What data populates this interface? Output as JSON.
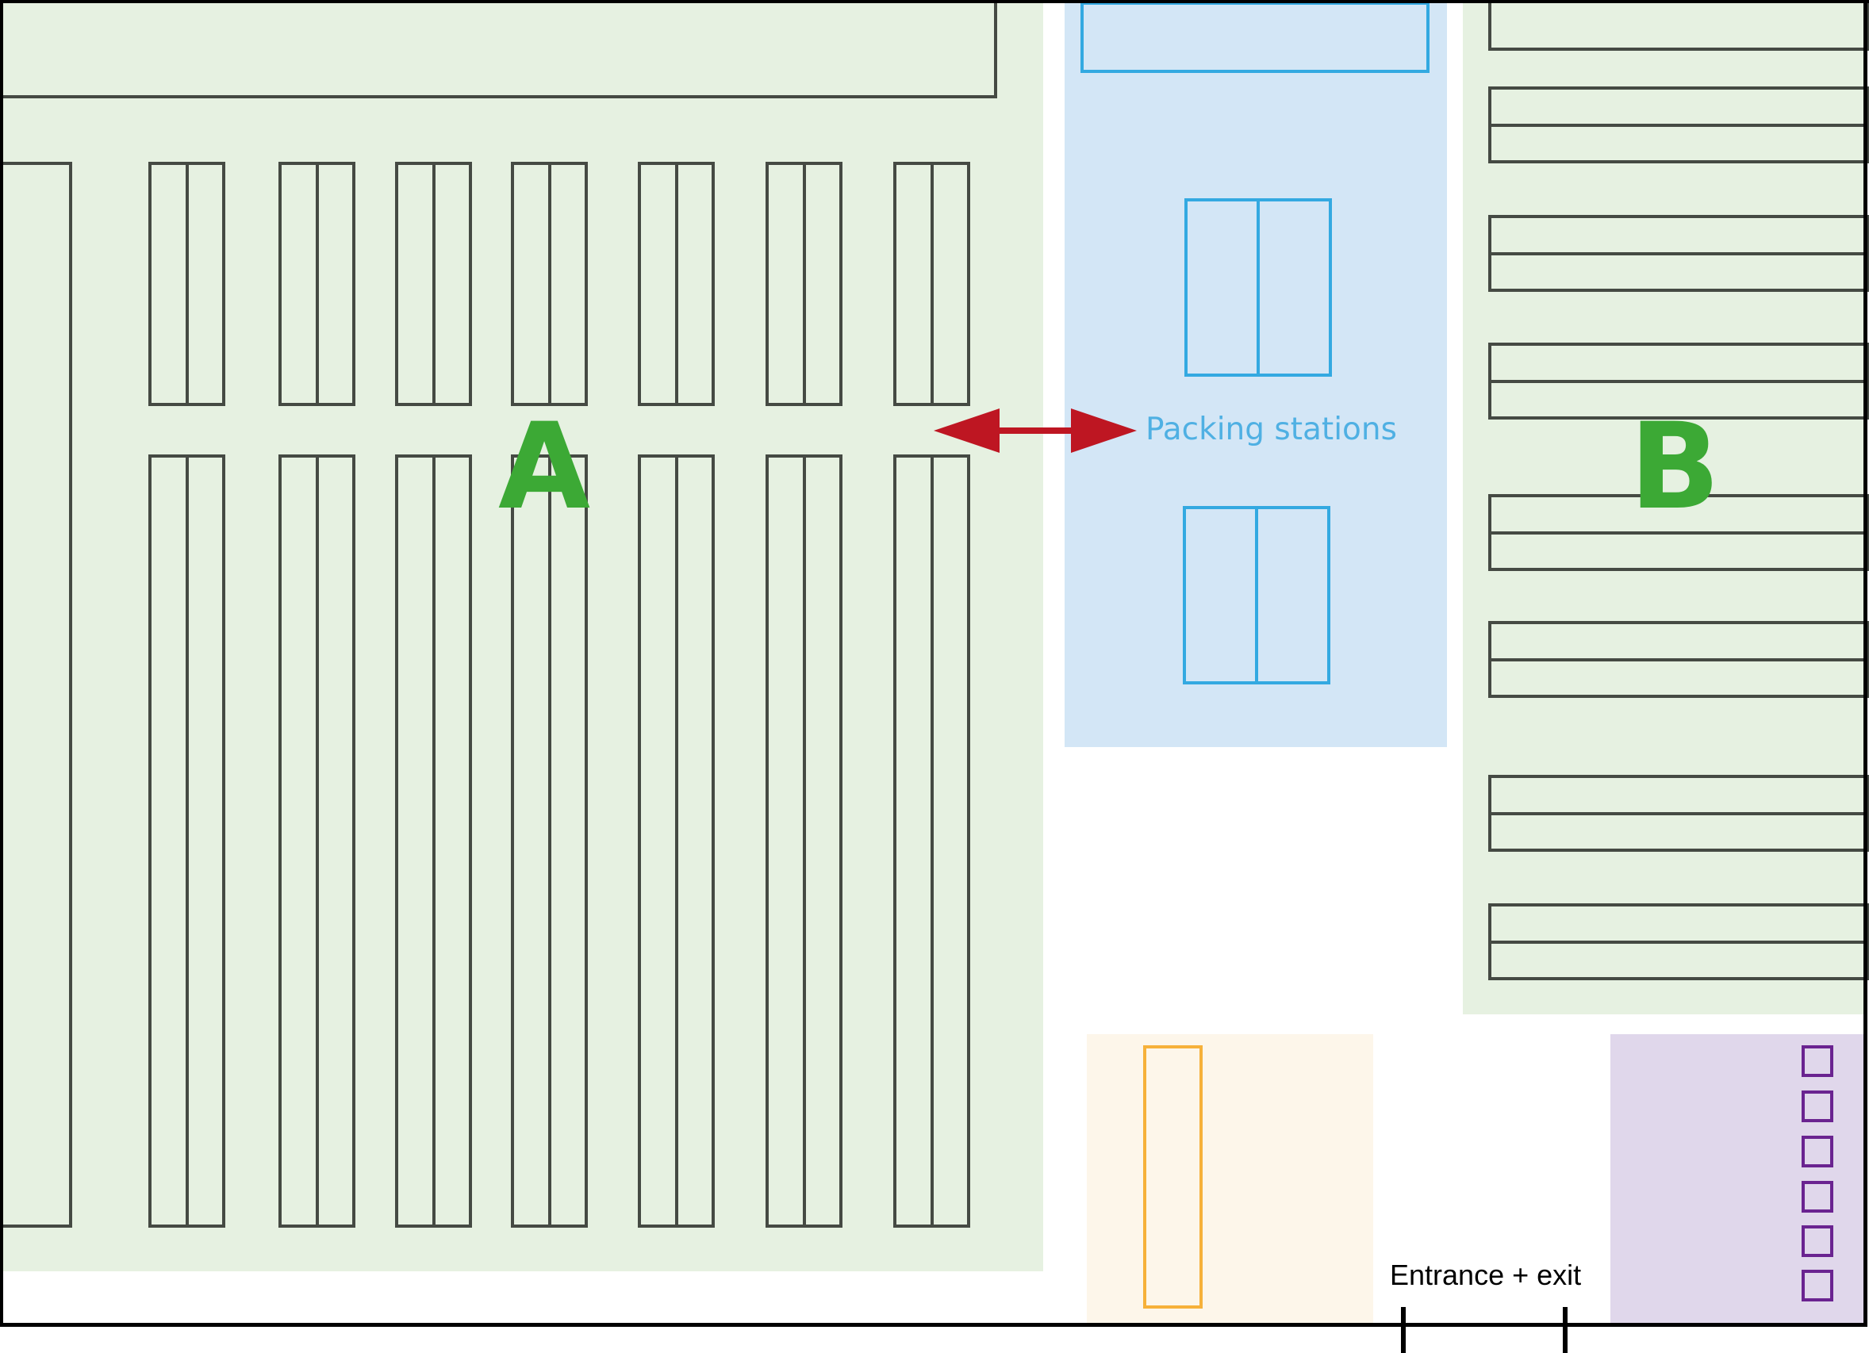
{
  "zones": {
    "a": {
      "label": "A",
      "color": "#e6f1e1"
    },
    "b": {
      "label": "B",
      "color": "#e6f1e1"
    },
    "packing": {
      "label": "Packing stations",
      "color": "#d3e6f6"
    },
    "orange": {
      "color": "#fdf6ea"
    },
    "purple": {
      "color": "#e0d7eb"
    }
  },
  "labels": {
    "zone_a": "A",
    "zone_b": "B",
    "packing_stations": "Packing stations",
    "entrance": "Entrance + exit"
  },
  "colors": {
    "rack_stroke": "#454a43",
    "station_stroke": "#33a9e1",
    "zone_label": "#3ca935",
    "packing_label": "#4fb0e3",
    "arrow": "#be1622",
    "orange_stroke": "#f6b13a",
    "purple_stroke": "#6a2390",
    "wall": "#000000"
  },
  "zone_a_racks": {
    "single_left": 1,
    "double_top_row": 7,
    "double_bottom_row": 7,
    "top_long_rack": 1
  },
  "zone_b_racks": {
    "single_top": 1,
    "double_rows": 7
  },
  "packing_station_units": 2,
  "purple_boxes": 6,
  "doors": 2
}
